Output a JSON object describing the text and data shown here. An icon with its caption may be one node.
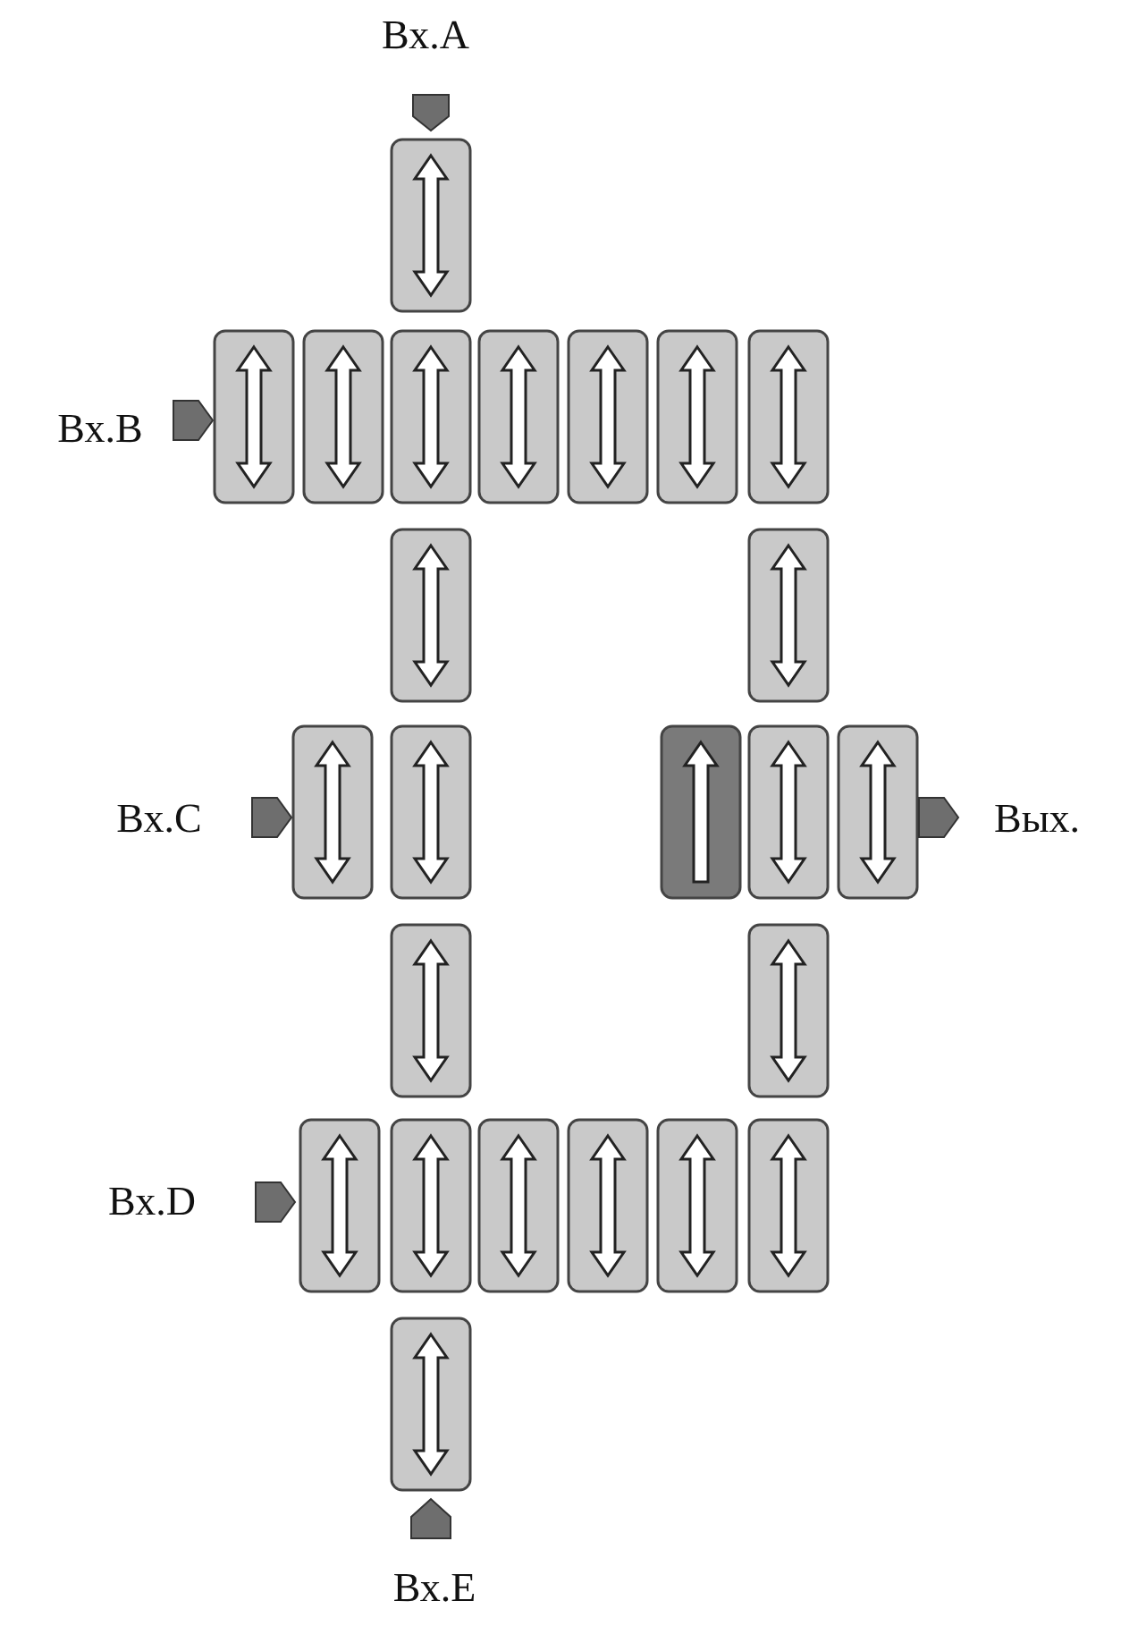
{
  "diagram": {
    "labels": [
      "Вх.A",
      "Вх.B",
      "Вх.C",
      "Вх.D",
      "Вх.E",
      "Вых."
    ]
  }
}
